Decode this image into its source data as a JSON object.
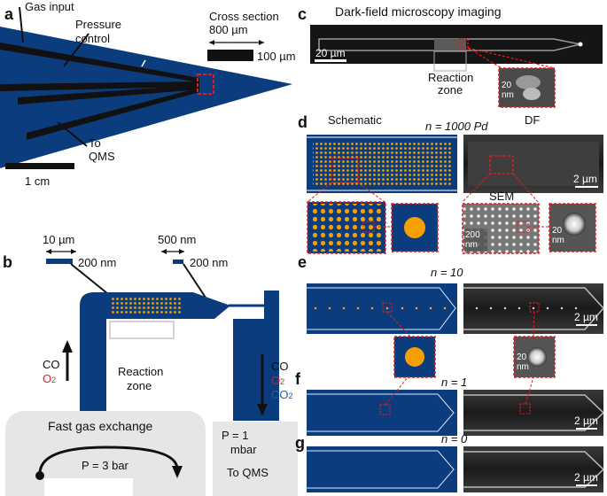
{
  "panels": {
    "a": {
      "label": "a",
      "gas_input": "Gas input",
      "pressure_control_1": "Pressure",
      "pressure_control_2": "control",
      "to_qms_1": "To",
      "to_qms_2": "QMS",
      "cross_section_1": "Cross section",
      "cross_section_2": "800 µm",
      "depth": "100 µm",
      "scalebar": "1 cm"
    },
    "b": {
      "label": "b",
      "width_10um": "10 µm",
      "height_200nm_left": "200 nm",
      "width_500nm": "500 nm",
      "height_200nm_right": "200 nm",
      "in_co": "CO",
      "in_o2": "O",
      "in_o2_sub": "2",
      "reaction_zone_1": "Reaction",
      "reaction_zone_2": "zone",
      "out_co": "CO",
      "out_o2": "O",
      "out_o2_sub": "2",
      "out_co2": "CO",
      "out_co2_sub": "2",
      "fast_gas_exchange": "Fast gas exchange",
      "p_inlet": "P = 3 bar",
      "p_outlet_1": "P = 1",
      "p_outlet_2": "mbar",
      "to_qms": "To QMS"
    },
    "c": {
      "label": "c",
      "title": "Dark-field microscopy imaging",
      "scalebar": "20 µm",
      "reaction_zone_1": "Reaction",
      "reaction_zone_2": "zone",
      "inset_scale_1": "20",
      "inset_scale_2": "nm"
    },
    "d": {
      "label": "d",
      "schematic": "Schematic",
      "n_label": "n = 1000 Pd",
      "df": "DF",
      "sem": "SEM",
      "scale_2um": "2 µm",
      "scale_200nm_1": "200",
      "scale_200nm_2": "nm",
      "scale_20nm_1": "20",
      "scale_20nm_2": "nm"
    },
    "e": {
      "label": "e",
      "n_label": "n = 10",
      "scale_2um": "2 µm",
      "scale_20nm_1": "20",
      "scale_20nm_2": "nm"
    },
    "f": {
      "label": "f",
      "n_label": "n = 1",
      "scale_2um": "2 µm"
    },
    "g": {
      "label": "g",
      "n_label": "n = 0",
      "scale_2um": "2 µm"
    }
  },
  "colors": {
    "chip_blue": "#0b3c7d",
    "highlight_red": "#e21b1b",
    "particle_orange": "#f5a000",
    "box_grey": "#e6e6e6",
    "o2_red": "#e21b1b",
    "co2_blue": "#1f5fa8"
  }
}
